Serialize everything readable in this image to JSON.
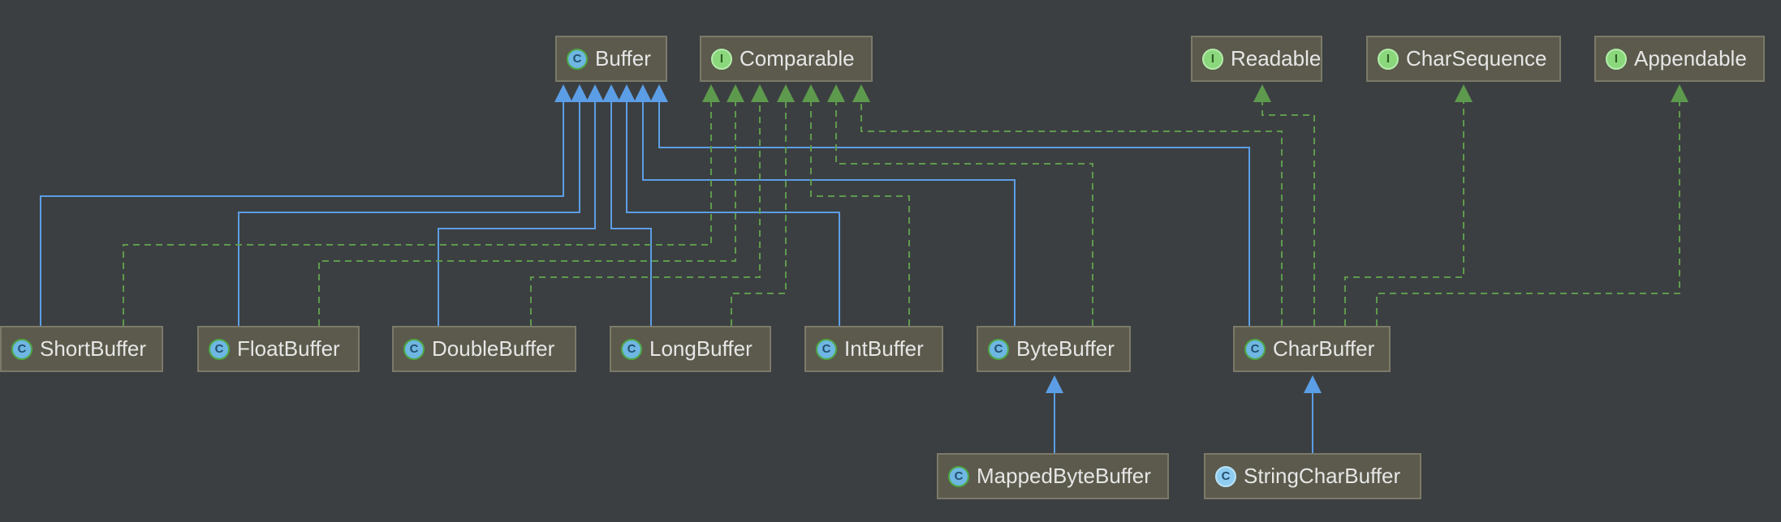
{
  "diagram": {
    "colors": {
      "background": "#3c3f41",
      "extends_edge": "#5b9ee6",
      "implements_edge": "#5e9a4e"
    },
    "nodes": [
      {
        "id": "buffer",
        "label": "Buffer",
        "kind": "class",
        "badge": "C"
      },
      {
        "id": "comparable",
        "label": "Comparable",
        "kind": "interface",
        "badge": "I"
      },
      {
        "id": "readable",
        "label": "Readable",
        "kind": "interface",
        "badge": "I"
      },
      {
        "id": "charsequence",
        "label": "CharSequence",
        "kind": "interface",
        "badge": "I"
      },
      {
        "id": "appendable",
        "label": "Appendable",
        "kind": "interface",
        "badge": "I"
      },
      {
        "id": "shortbuffer",
        "label": "ShortBuffer",
        "kind": "class",
        "badge": "C"
      },
      {
        "id": "floatbuffer",
        "label": "FloatBuffer",
        "kind": "class",
        "badge": "C"
      },
      {
        "id": "doublebuffer",
        "label": "DoubleBuffer",
        "kind": "class",
        "badge": "C"
      },
      {
        "id": "longbuffer",
        "label": "LongBuffer",
        "kind": "class",
        "badge": "C"
      },
      {
        "id": "intbuffer",
        "label": "IntBuffer",
        "kind": "class",
        "badge": "C"
      },
      {
        "id": "bytebuffer",
        "label": "ByteBuffer",
        "kind": "class",
        "badge": "C"
      },
      {
        "id": "charbuffer",
        "label": "CharBuffer",
        "kind": "class",
        "badge": "C"
      },
      {
        "id": "mappedbytebuffer",
        "label": "MappedByteBuffer",
        "kind": "class",
        "badge": "C"
      },
      {
        "id": "stringcharbuffer",
        "label": "StringCharBuffer",
        "kind": "abstract",
        "badge": "C"
      }
    ],
    "edges": [
      {
        "from": "shortbuffer",
        "to": "buffer",
        "type": "extends"
      },
      {
        "from": "floatbuffer",
        "to": "buffer",
        "type": "extends"
      },
      {
        "from": "doublebuffer",
        "to": "buffer",
        "type": "extends"
      },
      {
        "from": "longbuffer",
        "to": "buffer",
        "type": "extends"
      },
      {
        "from": "intbuffer",
        "to": "buffer",
        "type": "extends"
      },
      {
        "from": "bytebuffer",
        "to": "buffer",
        "type": "extends"
      },
      {
        "from": "charbuffer",
        "to": "buffer",
        "type": "extends"
      },
      {
        "from": "shortbuffer",
        "to": "comparable",
        "type": "implements"
      },
      {
        "from": "floatbuffer",
        "to": "comparable",
        "type": "implements"
      },
      {
        "from": "doublebuffer",
        "to": "comparable",
        "type": "implements"
      },
      {
        "from": "longbuffer",
        "to": "comparable",
        "type": "implements"
      },
      {
        "from": "intbuffer",
        "to": "comparable",
        "type": "implements"
      },
      {
        "from": "bytebuffer",
        "to": "comparable",
        "type": "implements"
      },
      {
        "from": "charbuffer",
        "to": "comparable",
        "type": "implements"
      },
      {
        "from": "charbuffer",
        "to": "readable",
        "type": "implements"
      },
      {
        "from": "charbuffer",
        "to": "charsequence",
        "type": "implements"
      },
      {
        "from": "charbuffer",
        "to": "appendable",
        "type": "implements"
      },
      {
        "from": "mappedbytebuffer",
        "to": "bytebuffer",
        "type": "extends"
      },
      {
        "from": "stringcharbuffer",
        "to": "charbuffer",
        "type": "extends"
      }
    ]
  }
}
